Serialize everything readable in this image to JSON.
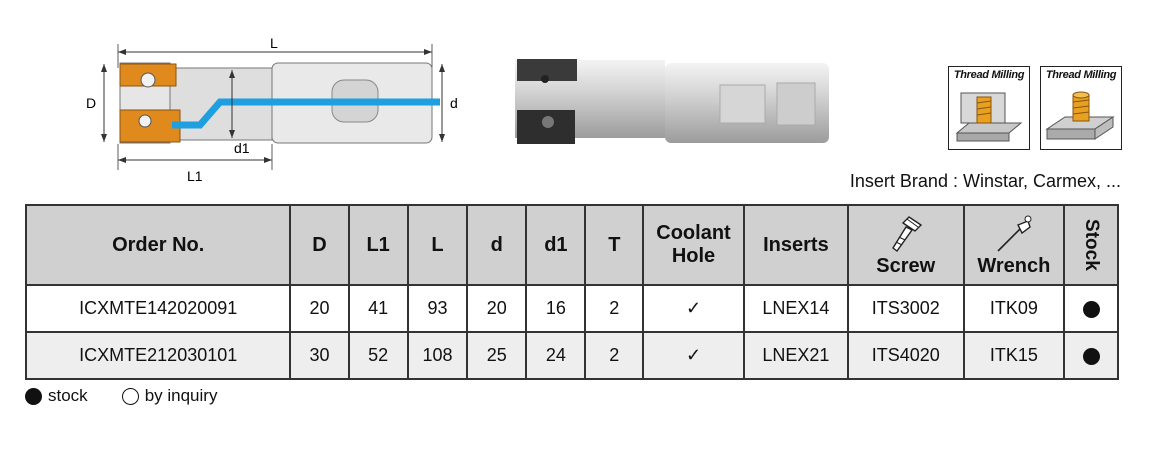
{
  "drawing": {
    "dim_L": "L",
    "dim_D": "D",
    "dim_d": "d",
    "dim_d1": "d1",
    "dim_L1": "L1"
  },
  "thumbs": [
    {
      "caption": "Thread Milling"
    },
    {
      "caption": "Thread Milling"
    }
  ],
  "brand_line": "Insert Brand : Winstar, Carmex, ...",
  "table": {
    "headers": {
      "order_no": "Order No.",
      "D": "D",
      "L1": "L1",
      "L": "L",
      "d": "d",
      "d1": "d1",
      "T": "T",
      "coolant_line1": "Coolant",
      "coolant_line2": "Hole",
      "inserts": "Inserts",
      "screw": "Screw",
      "wrench": "Wrench",
      "stock": "Stock"
    },
    "rows": [
      {
        "order_no": "ICXMTE142020091",
        "D": "20",
        "L1": "41",
        "L": "93",
        "d": "20",
        "d1": "16",
        "T": "2",
        "coolant": "✓",
        "inserts": "LNEX14",
        "screw": "ITS3002",
        "wrench": "ITK09",
        "stock": "filled"
      },
      {
        "order_no": "ICXMTE212030101",
        "D": "30",
        "L1": "52",
        "L": "108",
        "d": "25",
        "d1": "24",
        "T": "2",
        "coolant": "✓",
        "inserts": "LNEX21",
        "screw": "ITS4020",
        "wrench": "ITK15",
        "stock": "filled"
      }
    ]
  },
  "legend": {
    "stock_label": "stock",
    "inquiry_label": "by inquiry"
  },
  "colors": {
    "coolant_channel": "#1e9fe0",
    "insert_orange": "#e08a1e",
    "header_bg": "#d0d0d0",
    "alt_row_bg": "#eeeeee"
  }
}
